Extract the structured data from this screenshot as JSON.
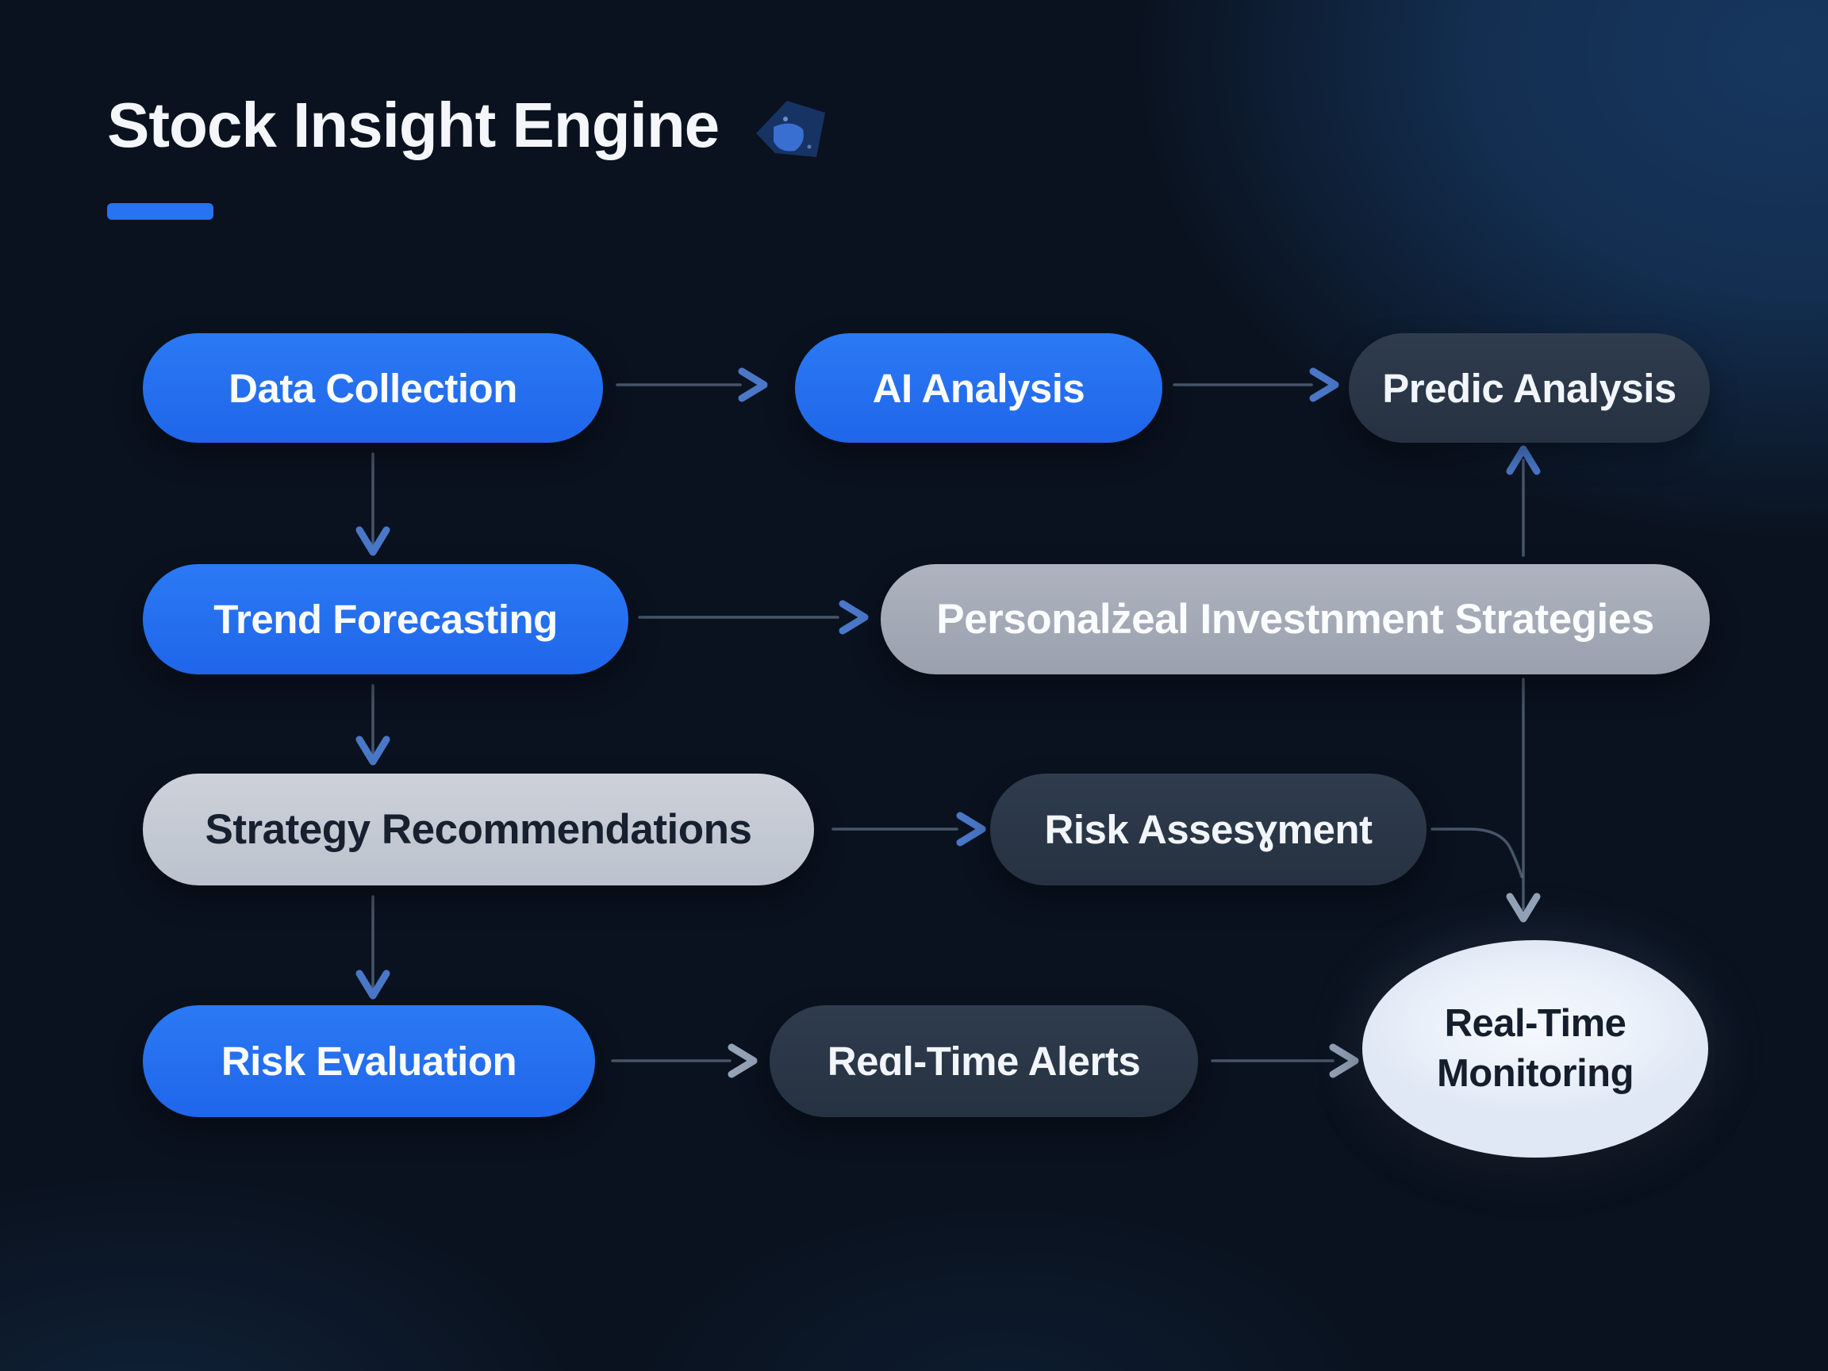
{
  "header": {
    "title": "Stock Insight Engine",
    "accent_color": "#2673f3",
    "logo_icon": "paper-crystal-icon"
  },
  "colors": {
    "background": "#0a121f",
    "background_glow_top_right": "#17375f",
    "node_blue": "#2571f0",
    "node_dark_slate": "#2b3847",
    "node_gray_medium": "#a6abb8",
    "node_gray_light": "#c5cad4",
    "node_white_ellipse": "#eef3fb",
    "arrow_line": "#7a8ca6",
    "arrow_head_blue": "#4a77c8",
    "arrow_head_gray": "#93a2b6"
  },
  "nodes": [
    {
      "id": "data-collection",
      "label": "Data Collection",
      "variant": "blue"
    },
    {
      "id": "ai-analysis",
      "label": "AI Analysis",
      "variant": "blue"
    },
    {
      "id": "predic-analysis",
      "label": "Predic Analysis",
      "variant": "dark"
    },
    {
      "id": "trend-forecasting",
      "label": "Trend Forecasting",
      "variant": "blue"
    },
    {
      "id": "personalizeal-investnment-strategies",
      "label": "Personalżeal Investnment Strategies",
      "variant": "gray-med"
    },
    {
      "id": "strategy-recommendations",
      "label": "Strategy Recommendations",
      "variant": "gray-light"
    },
    {
      "id": "risk-assesment",
      "label": "Risk Assesɣment",
      "variant": "dark"
    },
    {
      "id": "risk-evaluation",
      "label": "Risk Evaluation",
      "variant": "blue"
    },
    {
      "id": "real-time-alerts",
      "label": "Reɑl-Time Alerts",
      "variant": "dark"
    },
    {
      "id": "real-time-monitoring",
      "label_line1": "Real-Time",
      "label_line2": "Monitoring",
      "variant": "white-ellipse"
    }
  ],
  "edges": [
    {
      "from": "data-collection",
      "to": "ai-analysis"
    },
    {
      "from": "ai-analysis",
      "to": "predic-analysis"
    },
    {
      "from": "data-collection",
      "to": "trend-forecasting"
    },
    {
      "from": "trend-forecasting",
      "to": "personalizeal-investnment-strategies"
    },
    {
      "from": "trend-forecasting",
      "to": "strategy-recommendations"
    },
    {
      "from": "strategy-recommendations",
      "to": "risk-assesment"
    },
    {
      "from": "strategy-recommendations",
      "to": "risk-evaluation"
    },
    {
      "from": "risk-evaluation",
      "to": "real-time-alerts"
    },
    {
      "from": "real-time-alerts",
      "to": "real-time-monitoring"
    },
    {
      "from": "personalizeal-investnment-strategies",
      "to": "predic-analysis"
    },
    {
      "from": "personalizeal-investnment-strategies",
      "to": "real-time-monitoring"
    },
    {
      "from": "risk-assesment",
      "to": "real-time-monitoring"
    }
  ]
}
